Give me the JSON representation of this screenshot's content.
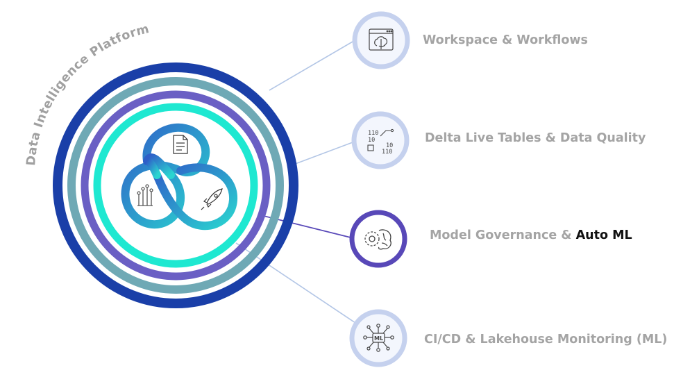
{
  "platform_title": "Data Intelligence Platform",
  "features": [
    {
      "label": "Workspace & Workflows",
      "highlight": "",
      "icon": "browser-brain-icon",
      "active": false
    },
    {
      "label": "Delta Live Tables & Data Quality",
      "highlight": "",
      "icon": "binary-circuit-icon",
      "active": false
    },
    {
      "label": "Model Governance & ",
      "highlight": "Auto ML",
      "icon": "gear-brain-icon",
      "active": true
    },
    {
      "label": "CI/CD & Lakehouse Monitoring (ML)",
      "highlight": "",
      "icon": "ml-network-icon",
      "active": false
    }
  ],
  "center_icons": [
    "document-icon",
    "circuit-icon",
    "rocket-icon"
  ],
  "colors": {
    "ring_outer": "#1a3fa8",
    "ring_teal_gray": "#6fa9b5",
    "ring_purple": "#6a5fc4",
    "ring_teal": "#1ee8d1",
    "knot_gradient_start": "#2f5fc8",
    "knot_gradient_end": "#2ad4d0",
    "node_border": "#c5d1ee",
    "node_border_active": "#5848b8",
    "label_gray": "#a4a4a4",
    "label_highlight": "#111111",
    "title_gray": "#a0a0a0",
    "connector": "#b3c6e6"
  }
}
